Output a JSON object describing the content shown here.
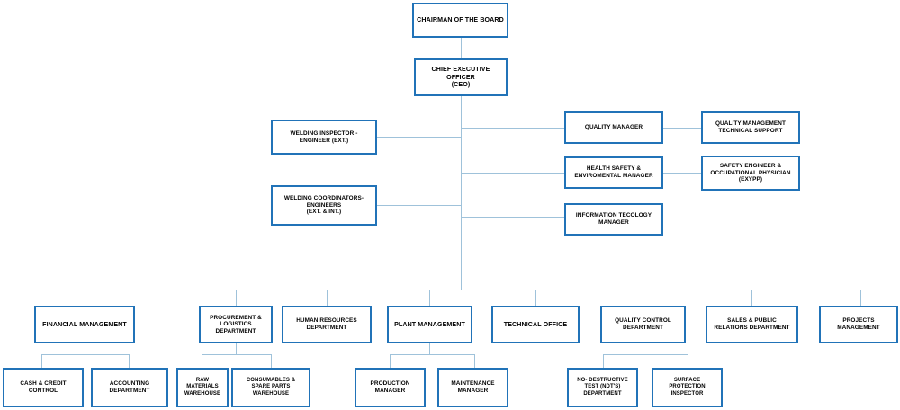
{
  "chart_data": {
    "type": "diagram",
    "title": "Company Organizational Chart",
    "orientation": "top-down",
    "box_border_color": "#2173b8",
    "connector_color": "#9fc2da",
    "background_color": "#ffffff"
  },
  "nodes": {
    "chairman": "CHAIRMAN OF THE  BOARD",
    "ceo": "CHIEF EXECUTIVE OFFICER\n(CEO)",
    "welding_inspector": "WELDING INSPECTOR -\nENGINEER (EXT.)",
    "welding_coordinators": "WELDING COORDINATORS-\nENGINEERS\n(EXT. & INT.)",
    "quality_manager": "QUALITY MANAGER",
    "quality_support": "QUALITY MANAGEMENT\nTECHNICAL SUPPORT",
    "hse_manager": "HEALTH SAFETY &\nENVIROMENTAL MANAGER",
    "safety_engineer": "SAFETY ENGINEER &\nOCCUPATIONAL PHYSICIAN\n(EXYPP)",
    "it_manager": "INFORMATION TECOLOGY\nMANAGER",
    "financial_management": "FINANCIAL MANAGEMENT",
    "procurement": "PROCUREMENT &\nLOGISTICS\nDEPARTMENT",
    "human_resources": "HUMAN RESOURCES\nDEPARTMENT",
    "plant_management": "PLANT MANAGEMENT",
    "technical_office": "TECHNICAL OFFICE",
    "quality_control": "QUALITY CONTROL\nDEPARTMENT",
    "sales_public_relations": "SALES & PUBLIC\nRELATIONS DEPARTMENT",
    "projects_management": "PROJECTS\nMANAGEMENT",
    "cash_credit": "CASH & CREDIT\nCONTROL",
    "accounting": "ACCOUNTING\nDEPARTMENT",
    "raw_materials": "RAW\nMATERIALS\nWAREHOUSE",
    "consumables": "CONSUMABLES &\nSPARE PARTS\nWAREHOUSE",
    "production_manager": "PRODUCTION\nMANAGER",
    "maintenance_manager": "MAINTENANCE\nMANAGER",
    "ndt_department": "NO- DESTRUCTIVE\nTEST (NDT'S)\nDEPARTMENT",
    "surface_protection": "SURFACE\nPROTECTION\nINSPECTOR"
  }
}
